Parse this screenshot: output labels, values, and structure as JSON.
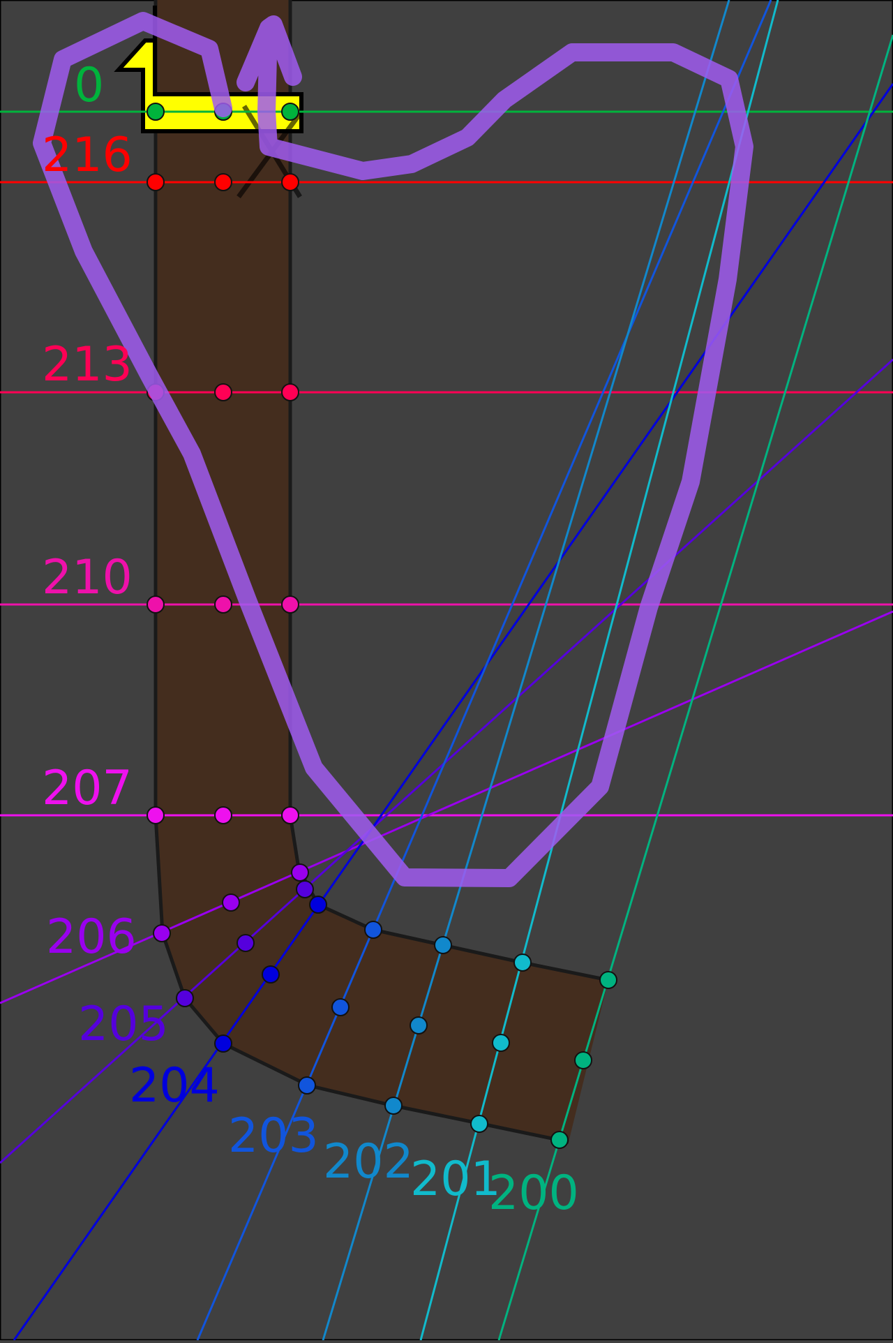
{
  "diagram": {
    "title": "",
    "background": "#404040",
    "road_fill": "#442d1e",
    "road_outline": "#1a1a1a",
    "stop_sign_fill": "#ffff00",
    "stroke_overlay_color": "#a05cf0",
    "lines": [
      {
        "label": "0",
        "color": "#00b33c"
      },
      {
        "label": "216",
        "color": "#ff0000"
      },
      {
        "label": "213",
        "color": "#ff0055"
      },
      {
        "label": "210",
        "color": "#ee11aa"
      },
      {
        "label": "207",
        "color": "#ee11ee"
      },
      {
        "label": "206",
        "color": "#9900ee"
      },
      {
        "label": "205",
        "color": "#5500dd"
      },
      {
        "label": "204",
        "color": "#0000dd"
      },
      {
        "label": "203",
        "color": "#1155dd"
      },
      {
        "label": "202",
        "color": "#1188cc"
      },
      {
        "label": "201",
        "color": "#11bbcc"
      },
      {
        "label": "200",
        "color": "#00b380"
      }
    ]
  }
}
